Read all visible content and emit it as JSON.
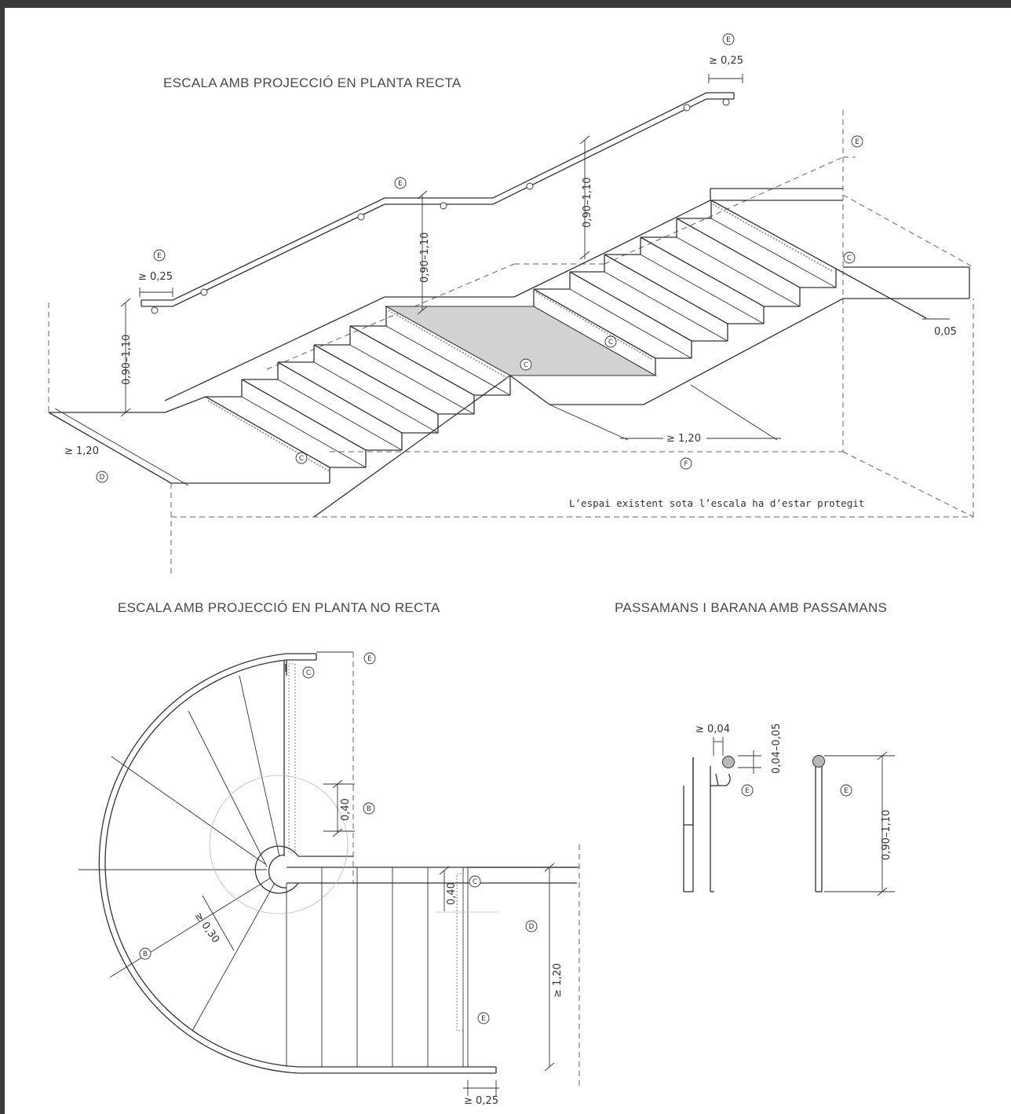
{
  "titles": {
    "straight": "ESCALA AMB PROJECCIÓ EN PLANTA RECTA",
    "curved": "ESCALA AMB PROJECCIÓ EN PLANTA NO RECTA",
    "handrails": "PASSAMANS I BARANA AMB PASSAMANS"
  },
  "note": "L’espai existent sota l’escala ha d’estar protegit",
  "dimensions": {
    "ext": "≥ 0,25",
    "ext_bottom": "≥ 0,25",
    "height": "0,90–1,10",
    "landing": "≥ 1,20",
    "edge": "0,05",
    "band": "0,40",
    "step": "≥ 0,30",
    "landing_v": "≥ 1,20",
    "sep": "≥ 0,04",
    "dia": "0,04–0,05"
  },
  "labels": {
    "B": "B",
    "C": "C",
    "D": "D",
    "E": "E",
    "F": "F"
  },
  "colors": {
    "line": "#333333",
    "landing_fill": "#d2d2d2",
    "frame": "#3a3a3a"
  }
}
